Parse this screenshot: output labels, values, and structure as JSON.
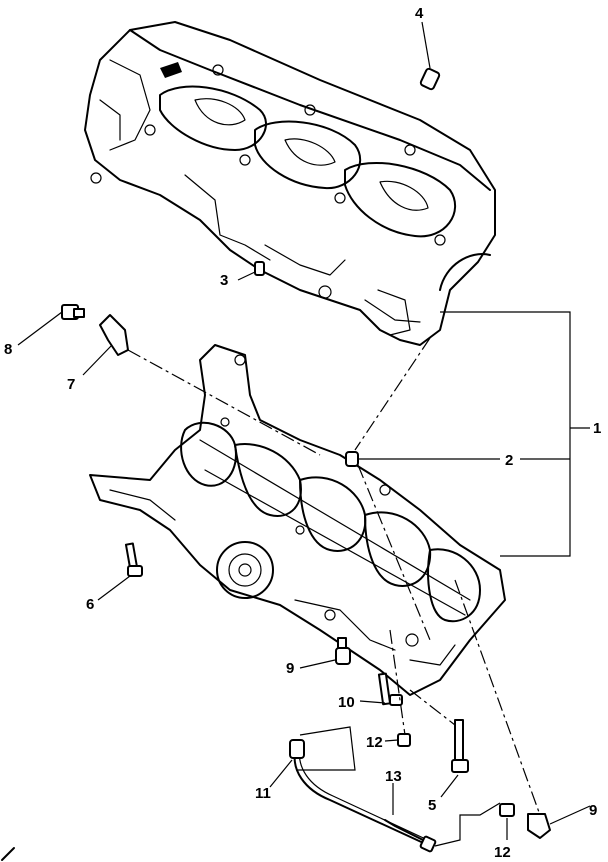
{
  "callouts": {
    "c1": "1",
    "c2": "2",
    "c3": "3",
    "c4": "4",
    "c5": "5",
    "c6": "6",
    "c7": "7",
    "c8": "8",
    "c9a": "9",
    "c9b": "9",
    "c10": "10",
    "c11": "11",
    "c12a": "12",
    "c12b": "12",
    "c13": "13"
  }
}
